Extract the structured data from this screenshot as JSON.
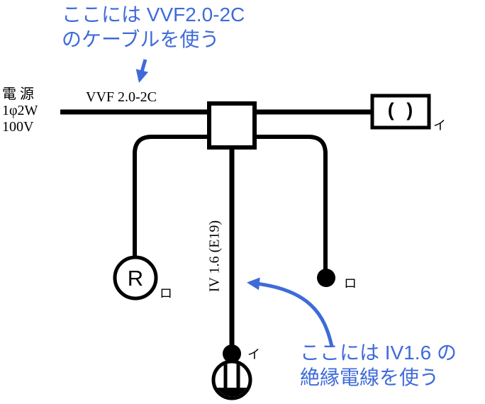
{
  "diagram_title": "electrical-wiring-diagram",
  "colors": {
    "annotation_blue": "#3f6bd9",
    "diagram_black": "#000000",
    "background": "#ffffff"
  },
  "annotations": {
    "top": {
      "line1": "ここには VVF2.0-2C",
      "line2": "のケーブルを使う"
    },
    "bottom": {
      "line1": "ここには IV1.6 の",
      "line2": "絶縁電線を使う"
    }
  },
  "power_source": {
    "line1": "電 源",
    "line2": "1φ2W",
    "line3": "100V"
  },
  "wire_labels": {
    "cable": "VVF 2.0-2C",
    "insulated_wire": "IV 1.6 (E19)"
  },
  "symbols": {
    "fixture_box": {
      "glyph": "( )",
      "label": "イ"
    },
    "relay": {
      "glyph": "R",
      "label": "ロ"
    },
    "switch_right": {
      "label": "ロ"
    },
    "switch_bottom": {
      "label": "イ"
    }
  }
}
